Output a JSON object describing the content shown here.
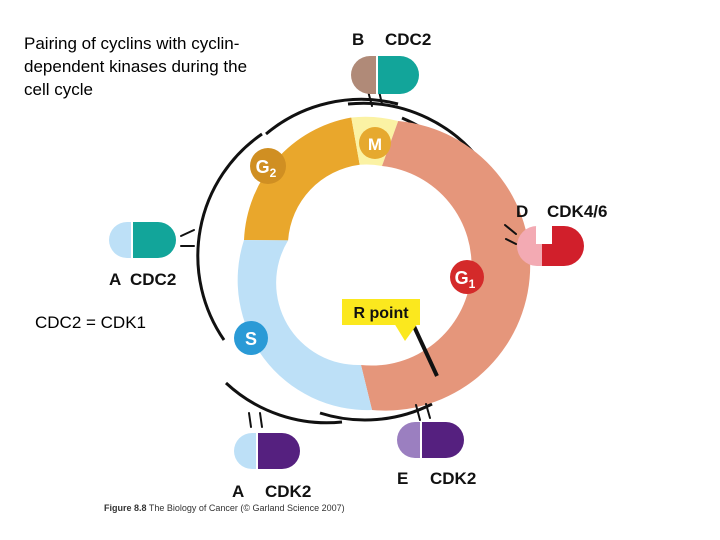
{
  "title": "Pairing of cyclins with cyclin-dependent kinases during the cell cycle",
  "note": "CDC2 = CDK1",
  "caption": {
    "figure": "Figure 8.8",
    "source": "The Biology of Cancer (© Garland Science 2007)"
  },
  "phases": {
    "m": "M",
    "g2_main": "G",
    "g2_sub": "2",
    "g1_main": "G",
    "g1_sub": "1",
    "s": "S"
  },
  "r_point": "R point",
  "pairs": {
    "b_cdc2": {
      "cyclin": "B",
      "cdk": "CDC2"
    },
    "d_cdk46": {
      "cyclin": "D",
      "cdk": "CDK4/6"
    },
    "a_cdc2": {
      "cyclin": "A",
      "cdk": "CDC2"
    },
    "a_cdk2": {
      "cyclin": "A",
      "cdk": "CDK2"
    },
    "e_cdk2": {
      "cyclin": "E",
      "cdk": "CDK2"
    }
  },
  "colors": {
    "m": "#fbf2a4",
    "m_badge": "#e6a92f",
    "g2": "#e9a72c",
    "g2_badge": "#d08f22",
    "g1": "#e5967b",
    "g1_badge": "#d42a2a",
    "s": "#bde0f7",
    "s_badge": "#2a9ad6",
    "cdc2": "#12a59a",
    "cyclin_b": "#b08a78",
    "cyclin_d": "#f3aab3",
    "cdk46": "#d11f2b",
    "cyclin_a": "#bde0f7",
    "cdk2": "#55207f",
    "cyclin_e": "#9b7fc0",
    "r_point": "#fbe81e"
  }
}
